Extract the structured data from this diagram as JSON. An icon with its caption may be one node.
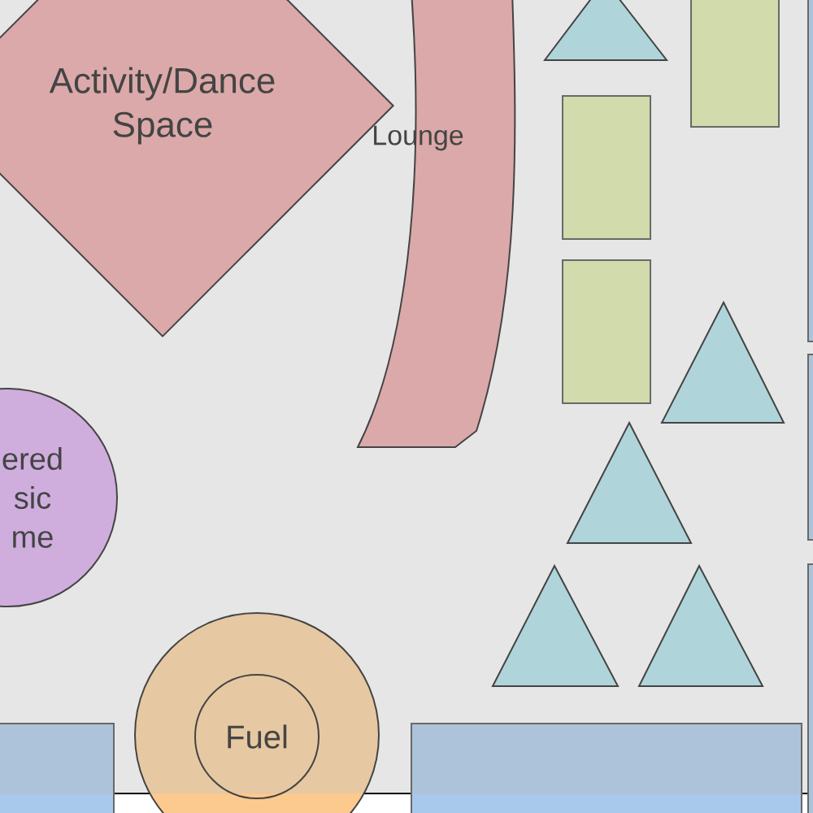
{
  "diagram": {
    "nodes": [
      {
        "text": [
          "Activity/Dance Space"
        ]
      },
      {
        "text": [
          "Lounge"
        ]
      },
      {
        "text": [
          "ered sic me"
        ]
      },
      {
        "text": [],
        "shape": "circle"
      },
      {
        "text": [
          "Fuel"
        ],
        "in": 3
      },
      {
        "text": [],
        "shape": "triangle"
      },
      {
        "text": [],
        "shape": "triangle"
      },
      {
        "text": [],
        "shape": "triangle"
      },
      {
        "text": [],
        "shape": "triangle"
      },
      {
        "text": [],
        "shape": "triangle"
      },
      {
        "text": [],
        "shape": "box"
      },
      {
        "text": [],
        "shape": "box"
      },
      {
        "text": [],
        "shape": "box"
      },
      {
        "text": [],
        "shape": "box"
      },
      {
        "text": [],
        "shape": "box"
      },
      {
        "text": [],
        "shape": "bar"
      },
      {
        "text": [],
        "shape": "bar"
      },
      {
        "text": [],
        "shape": "bar"
      }
    ]
  }
}
